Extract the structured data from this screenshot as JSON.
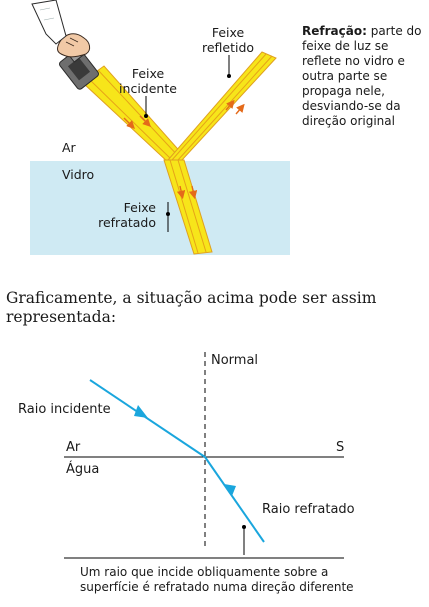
{
  "figure1": {
    "caption_title": "Refração:",
    "caption_body": "parte do feixe de luz se reflete no vidro e outra parte se propaga nele, desviando-se da direção original",
    "label_incident": [
      "Feixe",
      "incidente"
    ],
    "label_reflected": [
      "Feixe",
      "refletido"
    ],
    "label_refracted": [
      "Feixe",
      "refratado"
    ],
    "medium_air": "Ar",
    "medium_glass": "Vidro",
    "colors": {
      "beam": "#f7e51a",
      "beam_edge": "#e0a020",
      "arrow": "#e46a1a",
      "glass": "#cfeaf3"
    }
  },
  "body_text": "Graficamente, a situação acima pode ser assim representada:",
  "figure2": {
    "label_normal": "Normal",
    "label_incident_ray": "Raio incidente",
    "label_refracted_ray": "Raio refratado",
    "medium_air": "Ar",
    "medium_water": "Água",
    "surface_label": "S",
    "caption": [
      "Um raio que incide obliquamente sobre a",
      "superfície é refratado numa direção diferente"
    ],
    "colors": {
      "ray": "#1aa6dd"
    }
  }
}
